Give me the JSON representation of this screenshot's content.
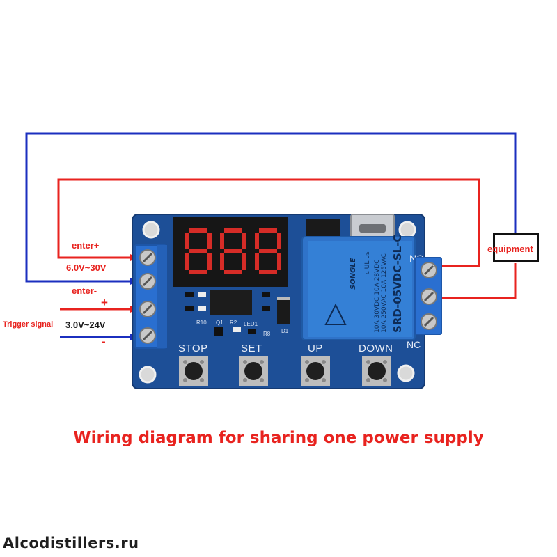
{
  "title": "Wiring diagram for sharing one power supply",
  "watermark": "Alcodistillers.ru",
  "equipment_label": "equipment",
  "left_labels": {
    "enter_plus": "enter+",
    "voltage_in": "6.0V~30V",
    "enter_minus": "enter-",
    "plus_sign": "+",
    "trigger_signal": "Trigger signal",
    "trigger_voltage": "3.0V~24V",
    "minus_sign": "-"
  },
  "board": {
    "buttons": [
      "STOP",
      "SET",
      "UP",
      "DOWN"
    ],
    "relay_brand": "SONGLE",
    "relay_model": "SRD-05VDC-SL-C",
    "relay_rating_1": "10A 250VAC  10A 125VAC",
    "relay_rating_2": "10A  30VDC  10A  28VDC",
    "relay_marks": "c UL us",
    "terminal_no": "NO",
    "terminal_nc": "NC",
    "components": [
      "R10",
      "Q1",
      "R2",
      "LED1",
      "R8",
      "D1"
    ]
  },
  "colors": {
    "positive_wire": "#e8231f",
    "negative_wire": "#1b2fbf",
    "board": "#1d4f97",
    "relay": "#2f73c9",
    "terminal": "#2a6fd0",
    "display": "#d62c27"
  }
}
